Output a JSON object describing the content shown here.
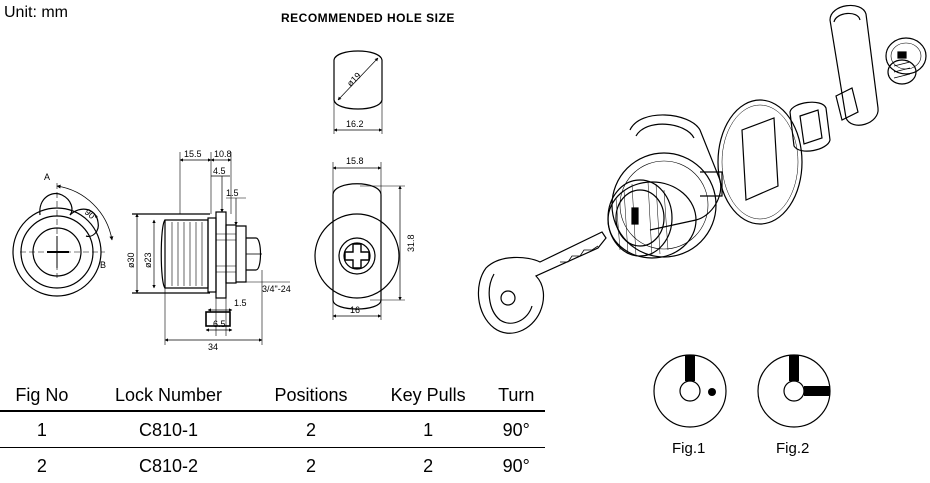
{
  "header": {
    "unit": "Unit:  mm",
    "recommended": "RECOMMENDED HOLE SIZE"
  },
  "front_view": {
    "label_a": "A",
    "label_b": "B",
    "angle": "90°"
  },
  "side_view": {
    "dim_15_5": "15.5",
    "dim_10_8": "10.8",
    "dim_4_5": "4.5",
    "dim_1_5_top": "1.5",
    "dim_30": "ø30",
    "dim_23": "ø23",
    "dim_thread": "3/4\"-24",
    "dim_1_5_bottom": "1.5",
    "dim_6_5": "6.5",
    "dim_34": "34"
  },
  "hole_view": {
    "dia": "ø19",
    "width": "16.2"
  },
  "back_view": {
    "width_top": "15.8",
    "height": "31.8",
    "width_bottom": "16"
  },
  "table": {
    "headers": [
      "Fig  No",
      "Lock  Number",
      "Positions",
      "Key  Pulls",
      "Turn"
    ],
    "rows": [
      [
        "1",
        "C810-1",
        "2",
        "1",
        "90°"
      ],
      [
        "2",
        "C810-2",
        "2",
        "2",
        "90°"
      ]
    ]
  },
  "figures": {
    "fig1": "Fig.1",
    "fig2": "Fig.2"
  }
}
